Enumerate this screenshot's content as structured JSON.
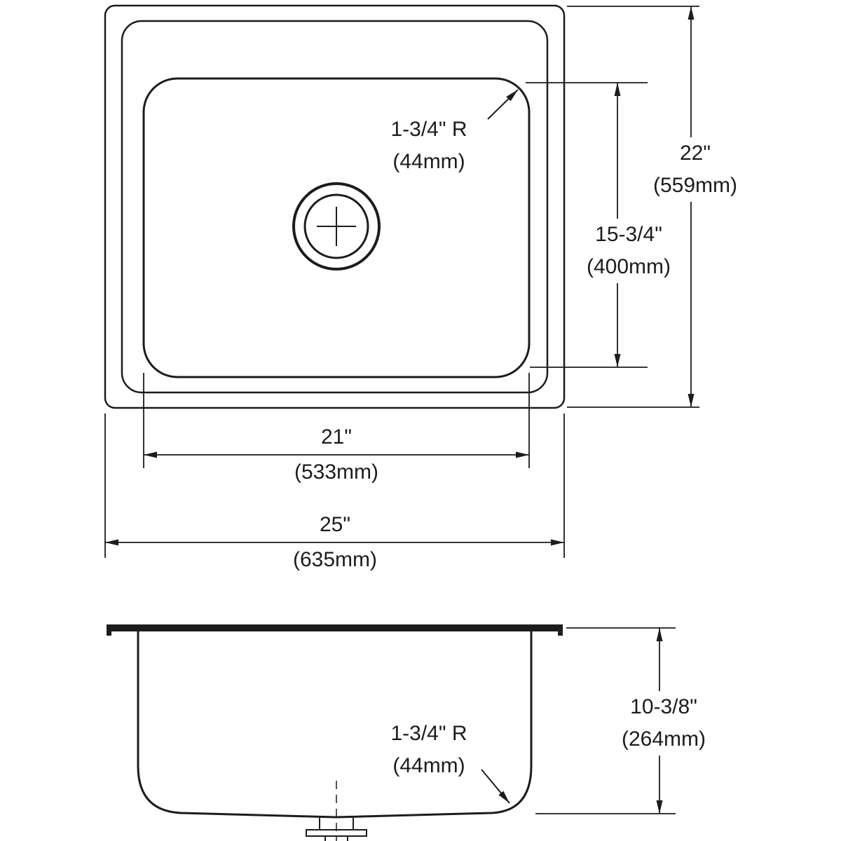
{
  "drawing": {
    "type": "sink dimension drawing",
    "top_view": {
      "radius_note": {
        "value": "1-3/4\" R",
        "metric": "(44mm)"
      },
      "overall_front_to_back": {
        "value": "22\"",
        "metric": "(559mm)"
      },
      "bowl_front_to_back": {
        "value": "15-3/4\"",
        "metric": "(400mm)"
      },
      "bowl_left_to_right": {
        "value": "21\"",
        "metric": "(533mm)"
      },
      "overall_left_to_right": {
        "value": "25\"",
        "metric": "(635mm)"
      }
    },
    "side_view": {
      "radius_note": {
        "value": "1-3/4\" R",
        "metric": "(44mm)"
      },
      "bowl_depth": {
        "value": "10-3/8\"",
        "metric": "(264mm)"
      }
    },
    "colors": {
      "line": "#1c1c1c",
      "background": "#ffffff"
    }
  }
}
